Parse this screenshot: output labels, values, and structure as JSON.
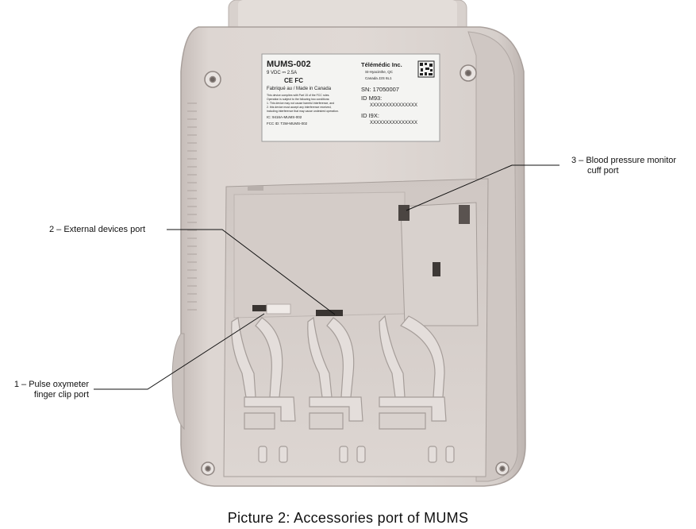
{
  "callouts": {
    "port1_line1": "1 – Pulse oxymeter",
    "port1_line2": "finger clip port",
    "port2": "2 – External devices port",
    "port3_line1": "3 – Blood pressure monitor",
    "port3_line2": "cuff port"
  },
  "label": {
    "model": "MUMS-002",
    "power": "9 VDC ⎓ 2.5A",
    "marks": "CE FC",
    "made_in": "Fabriqué au / Made in Canada",
    "compliance_1": "This device complies with Part 15 of the FCC rules.",
    "compliance_2": "Operation is subject to the following two conditions:",
    "compliance_3": "1. This device may not cause harmful interference, and",
    "compliance_4": "2. this device must accept any interference received,",
    "compliance_5": "including interference that may cause undesired operation.",
    "ic": "IC: 9416A-MUMS-002",
    "fcc_id": "FCC ID: T3W-MUMS-002",
    "company": "Télémédic Inc.",
    "city": "St-Hyacinthe, QC",
    "country": "Canada J2S 6L1",
    "sn": "SN: 17050007",
    "id1_label": "ID M93:",
    "id1_value": "XXXXXXXXXXXXXXX",
    "id2_label": "ID I9X:",
    "id2_value": "XXXXXXXXXXXXXXX"
  },
  "caption": "Picture 2: Accessories port of MUMS",
  "colors": {
    "body": "#d9d2ce",
    "shadow": "#b9b1ad",
    "highlight": "#ece7e4",
    "label_bg": "#f4f4f2"
  }
}
